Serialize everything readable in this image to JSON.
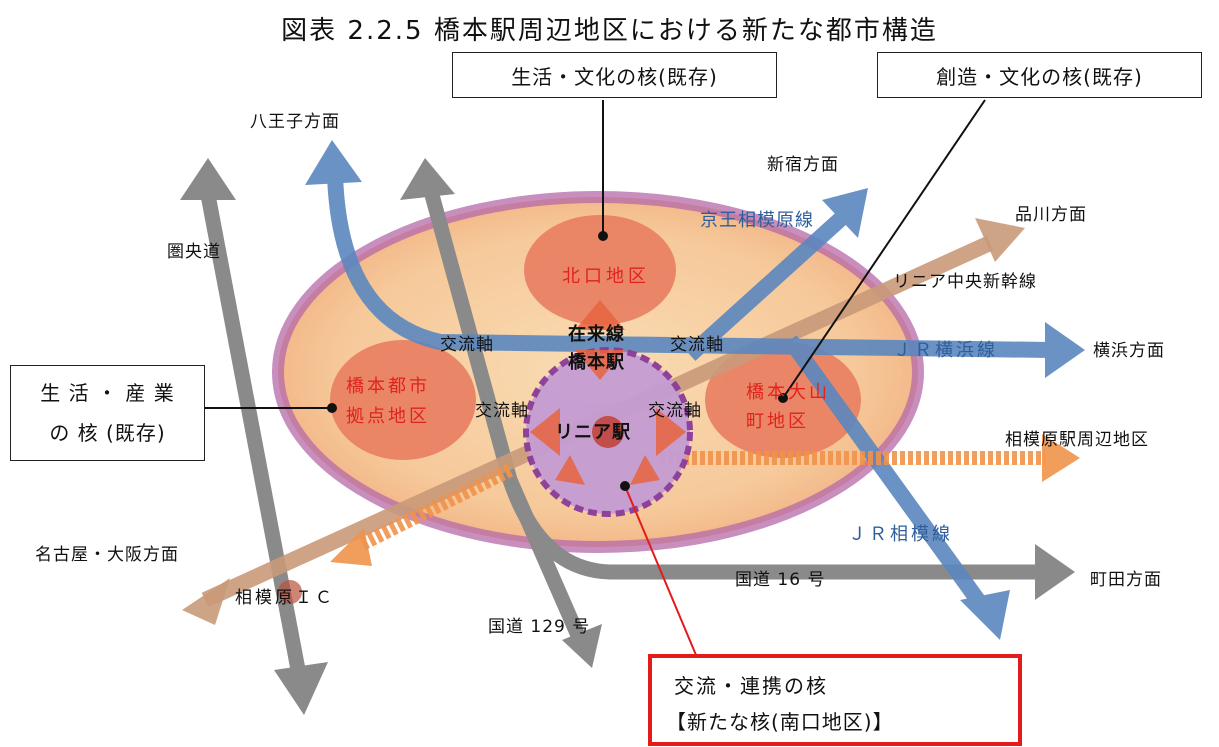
{
  "title": "図表 2.2.5 橋本駅周辺地区における新たな都市構造",
  "callouts": {
    "north_core": "生活・文化の核(既存)",
    "east_core": "創造・文化の核(既存)",
    "west_core_line1": "生 活 ・ 産 業",
    "west_core_line2": "の 核 (既存)",
    "new_core_line1": "交流・連携の核",
    "new_core_line2": "【新たな核(南口地区)】"
  },
  "districts": {
    "north": "北口地区",
    "west_line1": "橋本都市",
    "west_line2": "拠点地区",
    "east_line1": "橋本大山",
    "east_line2": "町地区",
    "station_line1": "在来線",
    "station_line2": "橋本駅",
    "linear": "リニア駅"
  },
  "axes": {
    "nw": "交流軸",
    "ne": "交流軸",
    "sw": "交流軸",
    "se": "交流軸"
  },
  "routes": {
    "hachioji": "八王子方面",
    "kenodo": "圏央道",
    "shinjuku": "新宿方面",
    "keio": "京王相模原線",
    "shinagawa": "品川方面",
    "linear_line": "リニア中央新幹線",
    "jr_yokohama": "ＪＲ横浜線",
    "yokohama": "横浜方面",
    "sagamihara_station": "相模原駅周辺地区",
    "nagoya": "名古屋・大阪方面",
    "sagamihara_ic": "相模原ＩＣ",
    "route16": "国道 16 号",
    "machida": "町田方面",
    "jr_sagami": "ＪＲ相模線",
    "route129": "国道 129 号"
  },
  "colors": {
    "ellipse_fill": "#f7cf9c",
    "ellipse_ring": "#a6559e",
    "district": "#e8795d",
    "linear_circle": "#c59cd3",
    "blue_arrow": "#5b87bf",
    "gray_arrow": "#8a8a8a",
    "brown_arrow": "#c99a7a",
    "orange_arrow": "#f0924a",
    "red_text": "#e0231c"
  }
}
